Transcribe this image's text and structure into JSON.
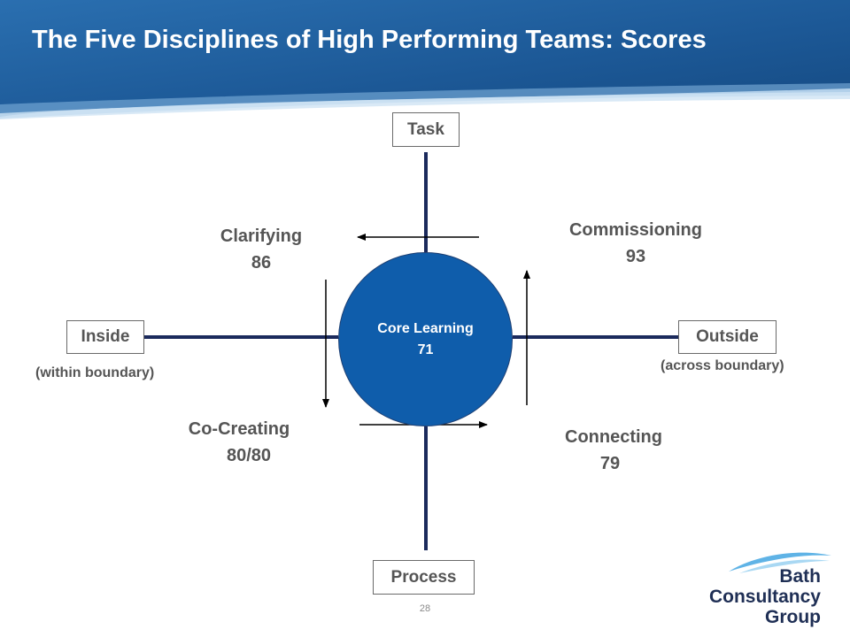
{
  "slide": {
    "title": "The Five Disciplines of High Performing Teams: Scores",
    "page_number": "28"
  },
  "axes": {
    "top": "Task",
    "bottom": "Process",
    "left": "Inside",
    "left_sub": "(within boundary)",
    "right": "Outside",
    "right_sub": "(across boundary)"
  },
  "core": {
    "label": "Core Learning",
    "score": "71"
  },
  "disciplines": {
    "clarifying": {
      "label": "Clarifying",
      "score": "86"
    },
    "commissioning": {
      "label": "Commissioning",
      "score": "93"
    },
    "co_creating": {
      "label": "Co-Creating",
      "score": "80/80"
    },
    "connecting": {
      "label": "Connecting",
      "score": "79"
    }
  },
  "logo": {
    "line1": "Bath",
    "line2": "Consultancy",
    "line3": "Group"
  },
  "colors": {
    "header_blue": "#1f5e9e",
    "core_blue": "#0f5dab",
    "axis_navy": "#1b2a5c",
    "text_gray": "#555555"
  }
}
